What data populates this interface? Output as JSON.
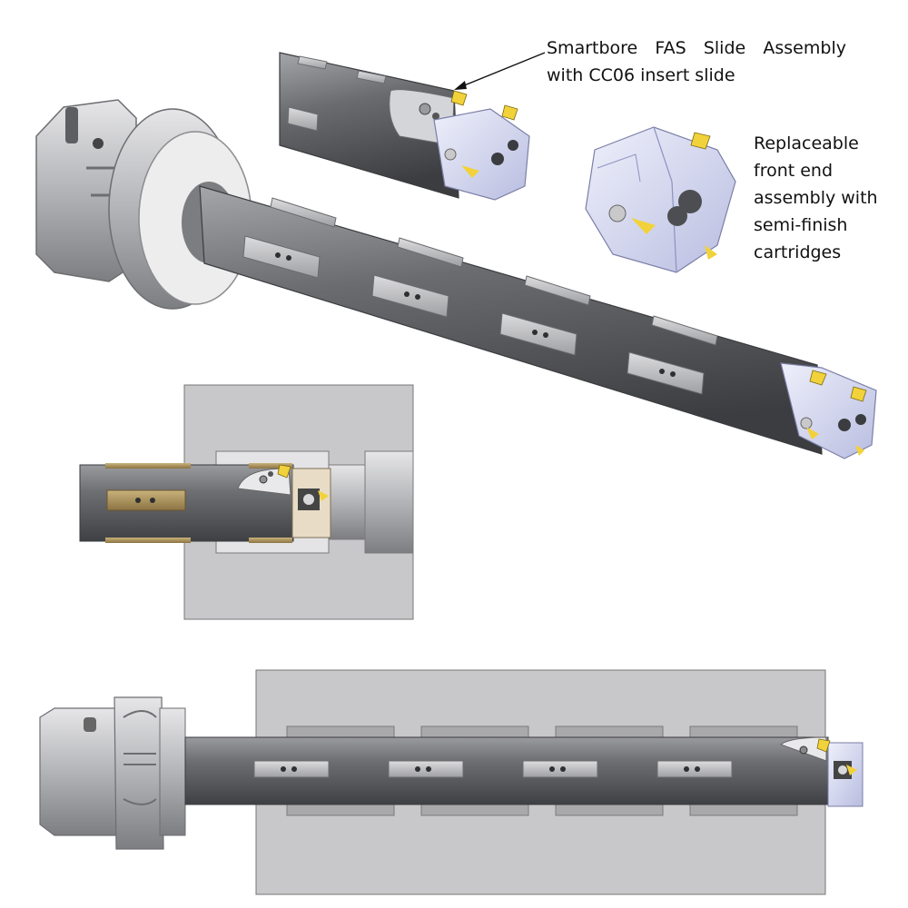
{
  "figure": {
    "callout_slide": {
      "line1_words": [
        "Smartbore",
        "FAS",
        "Slide",
        "Assembly"
      ],
      "line2": "with CC06 insert slide"
    },
    "callout_front": {
      "lines": [
        "Replaceable",
        "front end",
        "assembly with",
        "semi-finish",
        "cartridges"
      ]
    }
  },
  "colors": {
    "bar_dark": "#58595b",
    "bar_light": "#8a8b8e",
    "holder_silver": "#b9babc",
    "front_end_lavender": "#d7d9f0",
    "insert_yellow": "#f2d23a",
    "workpiece_gray": "#c8c7c9",
    "cartridge_brass": "#a48d56"
  },
  "icons": [
    "callout-arrow",
    "insert-tip",
    "cartridge-pad"
  ]
}
